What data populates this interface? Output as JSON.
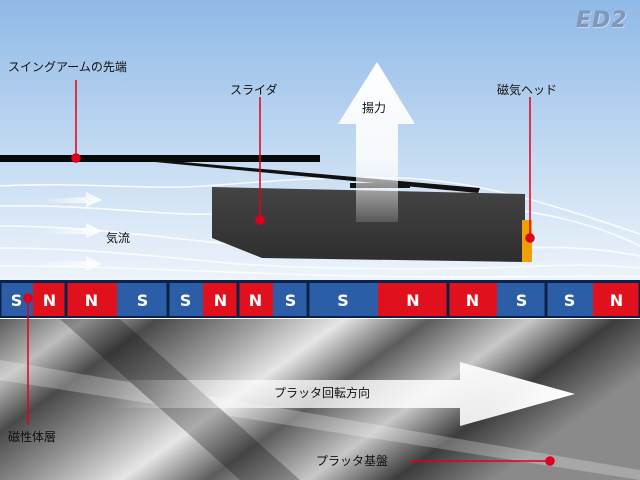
{
  "logo_text": "ED2",
  "labels": {
    "swing_arm_tip": "スイングアームの先端",
    "slider": "スライダ",
    "lift": "揚力",
    "magnetic_head": "磁気ヘッド",
    "airflow": "気流",
    "magnetic_layer": "磁性体層",
    "platter_rotation": "プラッタ回転方向",
    "platter_substrate": "プラッタ基盤"
  },
  "magnet_segments": [
    {
      "poles": [
        "S",
        "N"
      ]
    },
    {
      "poles": [
        "N",
        "S"
      ]
    },
    {
      "poles": [
        "S",
        "N"
      ]
    },
    {
      "poles": [
        "N",
        "S"
      ]
    },
    {
      "poles": [
        "S",
        "N"
      ]
    },
    {
      "poles": [
        "N",
        "S"
      ]
    },
    {
      "poles": [
        "S",
        "N"
      ]
    }
  ],
  "colors": {
    "sky_top": "#8fb9e6",
    "sky_bottom": "#e9f1fa",
    "pole_s": "#2c5ea8",
    "pole_n": "#e0101c",
    "leader_line": "#e0001a",
    "slider_body": "#3a3a3a",
    "head": "#f0a000"
  }
}
